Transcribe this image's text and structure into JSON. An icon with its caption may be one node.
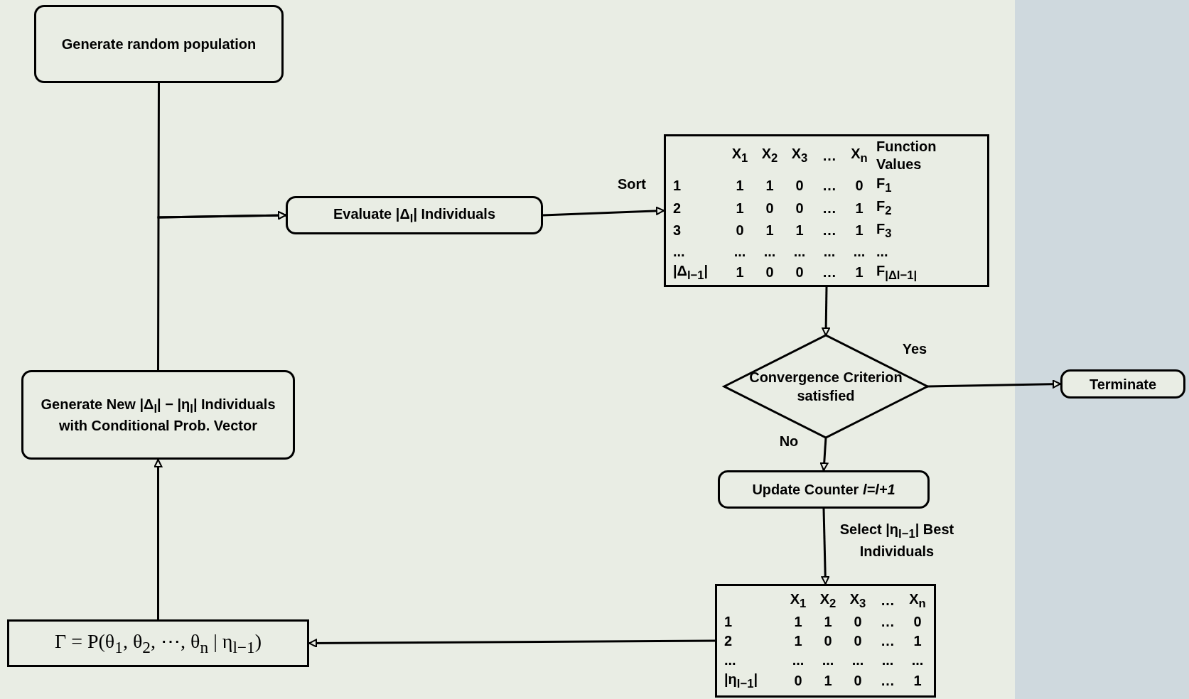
{
  "diagram": {
    "nodes": [
      {
        "text": [
          "Generate random population"
        ]
      },
      {
        "text": [
          "Evaluate |Δ$_{l}$| Individuals"
        ]
      },
      {
        "text": [
          "X$_{1}$",
          "X$_{2}$",
          "X$_{3}$",
          "…",
          "X$_{n}$",
          "Function Values",
          "1",
          "1",
          "1",
          "0",
          "…",
          "0",
          "F$_{1}$",
          "2",
          "1",
          "0",
          "0",
          "…",
          "1",
          "F$_{2}$",
          "3",
          "0",
          "1",
          "1",
          "…",
          "1",
          "F$_{3}$",
          "...",
          "...",
          "...",
          "...",
          "...",
          "...",
          "...",
          "|Δ$_{l−1}$|",
          "1",
          "0",
          "0",
          "…",
          "1",
          "F$_{|Δl−1|}$"
        ]
      },
      {
        "text": [
          "Convergence Criterion satisfied"
        ]
      },
      {
        "text": [
          "Terminate"
        ]
      },
      {
        "text": [
          "Update Counter *l=l+1*"
        ]
      },
      {
        "text": [
          "X$_{1}$",
          "X$_{2}$",
          "X$_{3}$",
          "…",
          "X$_{n}$",
          "1",
          "1",
          "1",
          "0",
          "…",
          "0",
          "2",
          "1",
          "0",
          "0",
          "…",
          "1",
          "...",
          "...",
          "...",
          "...",
          "...",
          "...",
          "|η$_{l−1}$|",
          "0",
          "1",
          "0",
          "…",
          "1"
        ]
      },
      {
        "text": [
          "Γ = P(θ$_{1}$, θ$_{2}$, ⋯, θ$_{n}$ | η$_{l−1}$)"
        ]
      },
      {
        "text": [
          "Generate New |Δ$_{l}$| − |η$_{l}$| Individuals with Conditional Prob. Vector"
        ]
      }
    ],
    "edges": [
      {
        "from": 0,
        "to": 1,
        "arrow": "to"
      },
      {
        "from": 8,
        "to": 1,
        "arrow": "to"
      },
      {
        "from": 1,
        "to": 2,
        "arrow": "to",
        "label": "Sort"
      },
      {
        "from": 2,
        "to": 3,
        "arrow": "to"
      },
      {
        "from": 3,
        "to": 4,
        "arrow": "to",
        "label": "Yes"
      },
      {
        "from": 3,
        "to": 5,
        "arrow": "to",
        "label": "No"
      },
      {
        "from": 5,
        "to": 6,
        "arrow": "to",
        "label": "Select |η$_{l−1}$| Best Individuals"
      },
      {
        "from": 6,
        "to": 7,
        "arrow": "to"
      },
      {
        "from": 7,
        "to": 8,
        "arrow": "to"
      }
    ]
  }
}
